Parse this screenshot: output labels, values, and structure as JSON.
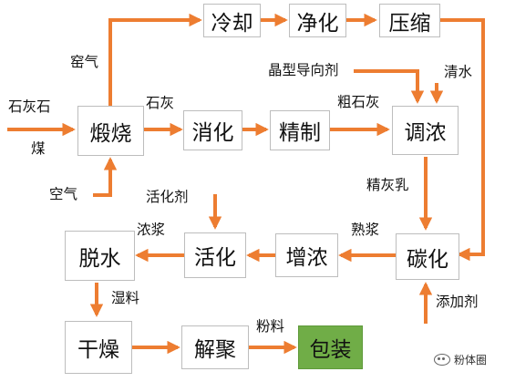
{
  "colors": {
    "arrow": "#ed7d31",
    "package_fill": "#70ad47"
  },
  "nodes": {
    "cooling": "冷却",
    "purification": "净化",
    "compression": "压缩",
    "calcination": "煅烧",
    "slaking": "消化",
    "refining": "精制",
    "mixing": "调浓",
    "carbonation": "碳化",
    "thickening": "增浓",
    "activation": "活化",
    "dewatering": "脱水",
    "drying": "干燥",
    "deagglomeration": "解聚",
    "packaging": "包装"
  },
  "labels": {
    "kiln_gas": "窑气",
    "limestone": "石灰石",
    "coal": "煤",
    "air": "空气",
    "quicklime": "石灰",
    "crystal_director": "晶型导向剂",
    "clear_water": "清水",
    "crude_lime": "粗石灰",
    "lime_milk": "精灰乳",
    "activator": "活化剂",
    "thick_slurry": "浓浆",
    "cooked_slurry": "熟浆",
    "additive": "添加剂",
    "wet_material": "湿料",
    "powder": "粉料"
  },
  "watermark": "粉体圈"
}
